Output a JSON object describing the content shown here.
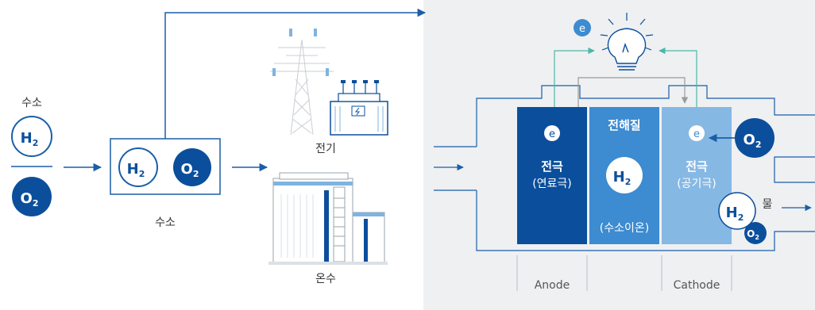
{
  "left": {
    "hydrogen_label": "수소",
    "h2": "H",
    "o2": "O",
    "sub2": "2"
  },
  "middle": {
    "hydrogen_label": "수소",
    "electricity_label": "전기",
    "heat_label": "온수"
  },
  "cell": {
    "anode_title": "전극",
    "anode_subtitle": "(연료극)",
    "electrolyte_title": "전해질",
    "electrolyte_subtitle": "(수소이온)",
    "cathode_title": "전극",
    "cathode_subtitle": "(공기극)",
    "electron": "e",
    "water_label": "물",
    "anode_caption": "Anode",
    "cathode_caption": "Cathode"
  },
  "colors": {
    "dark_blue": "#0b4f9c",
    "mid_blue": "#3d8bd0",
    "light_blue": "#86b8e4",
    "panel_gray": "#eef0f2",
    "teal": "#4bb8a6"
  }
}
